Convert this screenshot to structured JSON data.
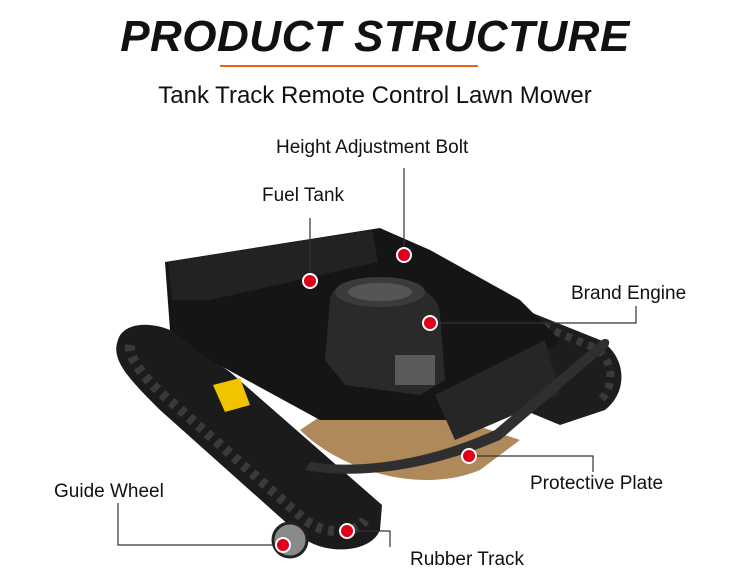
{
  "header": {
    "title": "PRODUCT STRUCTURE",
    "subtitle": "Tank Track Remote Control Lawn Mower"
  },
  "colors": {
    "accent_rule": "#e8631a",
    "marker": "#e0001b",
    "leader_line": "#333333"
  },
  "callouts": [
    {
      "id": "height-adjustment-bolt",
      "label": "Height Adjustment Bolt"
    },
    {
      "id": "fuel-tank",
      "label": "Fuel Tank"
    },
    {
      "id": "brand-engine",
      "label": "Brand Engine"
    },
    {
      "id": "protective-plate",
      "label": "Protective Plate"
    },
    {
      "id": "guide-wheel",
      "label": "Guide Wheel"
    },
    {
      "id": "rubber-track",
      "label": "Rubber Track"
    }
  ]
}
